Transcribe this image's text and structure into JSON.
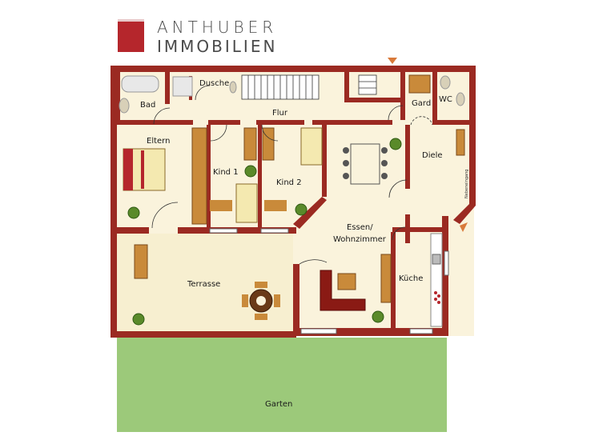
{
  "brand": {
    "line1": "ANTHUBER",
    "line2": "IMMOBILIEN",
    "accent_color": "#b5262c"
  },
  "colors": {
    "wall": "#9b2a22",
    "floor": "#faf3dc",
    "terrace": "#f7efd0",
    "garden": "#9cc97a"
  },
  "rooms": {
    "bad": "Bad",
    "dusche": "Dusche",
    "flur": "Flur",
    "gard": "Gard",
    "wc": "WC",
    "eltern": "Eltern",
    "kind1": "Kind 1",
    "kind2": "Kind 2",
    "essen_line1": "Essen/",
    "essen_line2": "Wohnzimmer",
    "diele": "Diele",
    "kueche": "Küche",
    "terrasse": "Terrasse",
    "garten": "Garten",
    "nebeneingang": "Nebeneingang"
  }
}
